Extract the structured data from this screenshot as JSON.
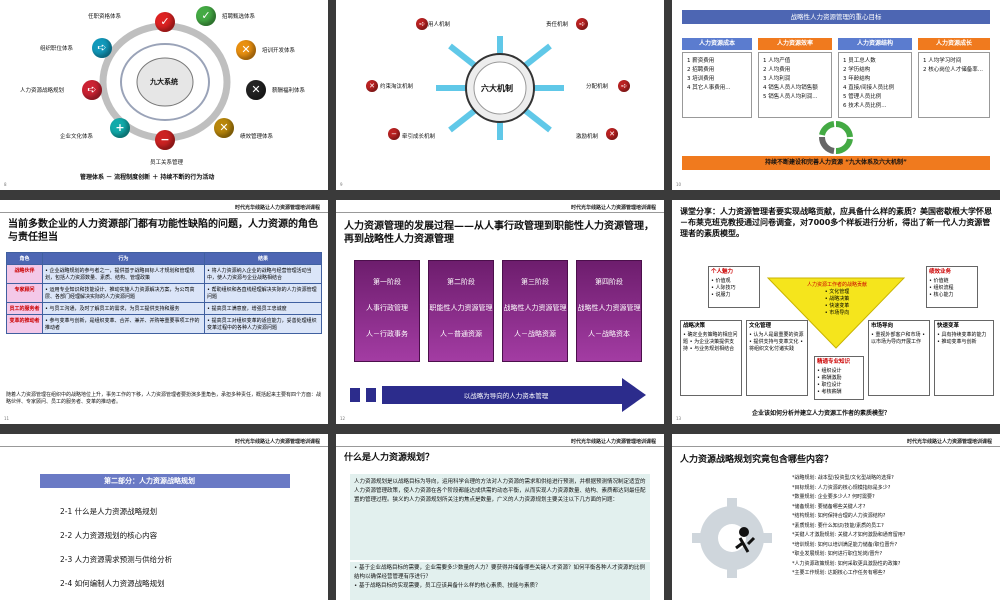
{
  "slides": {
    "s1": {
      "page": "8",
      "center": "九大系统",
      "nodes": [
        "任职资格体系",
        "招聘甄选体系",
        "培训开发体系",
        "薪酬福利体系",
        "绩效管理体系",
        "员工关系管理",
        "企业文化体系",
        "人力资源战略规划",
        "组织职位体系"
      ],
      "footer": "管理体系 － 流程制度创新 ＋ 持续不断的行为活动"
    },
    "s2": {
      "page": "9",
      "center": "六大机制",
      "nodes": [
        "用人机制",
        "责任机制",
        "分配机制",
        "激励机制",
        "牵引成长机制",
        "约束淘汰机制"
      ]
    },
    "s3": {
      "page": "10",
      "title": "战略性人力资源管理的重心目标",
      "columns": [
        {
          "head": "人力资源成本",
          "color": "#5b7ccf",
          "items": [
            "1 薪资费用",
            "2 招聘费用",
            "3 培训费用",
            "4 其它人事费用..."
          ]
        },
        {
          "head": "人力资源效率",
          "color": "#f07a1e",
          "items": [
            "1 人均产值",
            "2 人均费用",
            "3 人均利润",
            "4 销售人员人均销售额",
            "5 销售人员人均利润..."
          ]
        },
        {
          "head": "人力资源结构",
          "color": "#5b7ccf",
          "items": [
            "1 员工总人数",
            "2 学历结构",
            "3 年龄结构",
            "4 直接/间接人员比例",
            "5 管理人员比例",
            "6 技术人员比例..."
          ]
        },
        {
          "head": "人力资源成长",
          "color": "#f07a1e",
          "items": [
            "1 人均学习时间",
            "2 核心岗位人才储备率..."
          ]
        }
      ],
      "banner": "持续不断建设和完善人力资源 “九大体系及六大机制”"
    },
    "s4": {
      "page": "11",
      "header": "时代光华线路让人力资源管理培训课程",
      "title": "当前多数企业的人力资源部门都有功能性缺陷的问题，人力资源的角色与责任担当",
      "table_head": [
        "角色",
        "行为",
        "结果"
      ],
      "rows": [
        {
          "role": "战略伙伴",
          "act": "• 企业战略规划的参与者之一，提供基于战略目标人才规划和管理规划，包括人力资源数量、素质、结构、管理政策",
          "res": "• 将人力资源纳入企业的战略与经营管理活动当中，使人力资源与企业战略相结合"
        },
        {
          "role": "专家顾问",
          "act": "• 运用专业知识和技能设计、推动实施人力资源解决方案，为公司高层、各部门经理解决实际的人力资源问题",
          "res": "• 帮助组织和各直线经理解决实际的人力资源管理问题"
        },
        {
          "role": "员工的服务者",
          "act": "• 与员工沟通，及时了解员工的需求，为员工提供支持和服务",
          "res": "• 提高员工满意度，增强员工忠诚度"
        },
        {
          "role": "变革的推动者",
          "act": "• 参与变革与创新，是组织变革、合并、兼并、并购等重要事项工作的推动者",
          "res": "• 提高员工对组织变革的适应能力，妥善处理组织变革过程中的各种人力资源问题"
        }
      ],
      "note": "随着人力资源管理在组织中的战略地位上升，事务工作的下移，人力资源管理者要扮演多重角色，承担多种责任，概括起来主要有四个方面：战略伙伴、专家顾问、员工的服务者、变革的推动者。"
    },
    "s5": {
      "page": "12",
      "header": "时代光华线路让人力资源管理培训课程",
      "title": "人力资源管理的发展过程——从人事行政管理到职能性人力资源管理，再到战略性人力资源管理",
      "stages": [
        {
          "n": "第一阶段",
          "t": "人事行政管理",
          "b": "人－行政事务"
        },
        {
          "n": "第二阶段",
          "t": "职能性人力资源管理",
          "b": "人－普通资源"
        },
        {
          "n": "第三阶段",
          "t": "战略性人力资源管理",
          "b": "人－战略资源"
        },
        {
          "n": "第四阶段",
          "t": "战略性人力资源管理",
          "b": "人－战略资本"
        }
      ],
      "arrow": "以战略为导向的人力资本管理"
    },
    "s6": {
      "page": "13",
      "title": "课堂分享：人力资源管理者要实现战略贡献，应具备什么样的素质？美国密歇根大学怀恩－布莱克班克教授通过问卷调查，对7000多个样板进行分析，得出了新一代人力资源管理者的素质模型。",
      "personal": [
        "个人魅力",
        "• 价值观",
        "• 人际技巧",
        "• 说服力"
      ],
      "result": [
        "绩效业务",
        "• 价值链",
        "• 组织流程",
        "• 核心能力"
      ],
      "triangle": [
        "人力资源工作者的战略贡献",
        "• 文化管理",
        "• 战略决策",
        "• 快速变革",
        "• 市场导向"
      ],
      "boxes": [
        {
          "h": "战略决策",
          "t": "• 确定业务策略的相应问题 • 为企业决策提供支持 • 与业务规划相结合"
        },
        {
          "h": "文化管理",
          "t": "• 认为人是最重要的资源 • 提供支持与变革文化 • 将组织文化付诸实践"
        },
        {
          "h": "市场导向",
          "t": "• 重视外部客户和市场 • 以市场为导向开展工作"
        },
        {
          "h": "快速变革",
          "t": "• 具有持续变革的能力 • 推动变革与创新"
        }
      ],
      "hr": [
        "精通专业知识",
        "• 组织设计",
        "• 薪酬激励",
        "• 职位设计",
        "• 考核薪酬"
      ],
      "caption": "企业该如何分析并建立人力资源工作者的素质模型？"
    },
    "s7": {
      "header": "时代光华线路让人力资源管理培训课程",
      "section": "第二部分：人力资源战略规划",
      "items": [
        "2-1 什么是人力资源战略规划",
        "2-2 人力资源规划的核心内容",
        "2-3 人力资源需求预测与供给分析",
        "2-4 如何编制人力资源战略规划"
      ]
    },
    "s8": {
      "header": "时代光华线路让人力资源管理培训课程",
      "title": "什么是人力资源规划？",
      "para": "人力资源规划是以战略目标为导向，运用科学合理的方法对人力资源的需求和供给进行预测，并根据预测情况制定适宜的人力资源管理政策，使人力资源在各个阶段都能达成供需的动态平衡，从而实现人力资源数量、结构、素质都达到最佳配置的管理过程。狭义的人力资源规划所关注的焦点是数量，广义的人力资源规划主要关注以下几方面的问题：",
      "bullets": [
        "• 基于企业战略目标的需要，企业需要多少数量的人力？要获得并储备哪些关键人才资源？如何平衡各种人才资源的比例结构以确保经营管理有序进行？",
        "• 基于战略目标的实现需要，员工应该具备什么样的核心素质、技能与素质？"
      ]
    },
    "s9": {
      "header": "时代光华线路让人力资源管理培训课程",
      "title": "人力资源战略规划究竟包含哪些内容？",
      "lines": [
        "*战略规划: 战本型/投资型/文化型战略的选择?",
        "*目标规划: 人力资源的核心规模指标是多少?",
        "*数量规划: 企业要多少人? 何时需要?",
        "*储备规划: 要储备哪些关键人才?",
        "*结构规划: 如何保持合理的人力资源结构?",
        "*素质规划: 要什么知识/技能/素质的员工?",
        "*关键人才激励规划: 关键人才如何激励和通育留用?",
        "*培训规划: 如何以培训满足能力储备/职位晋升?",
        "*职业发展规划: 如何进行职位轮岗/晋升?",
        "*人力资源政策规划: 如何采取更具激励性的政策?",
        "*主要工作规划: 达期核心工作任务有哪些?"
      ]
    }
  }
}
